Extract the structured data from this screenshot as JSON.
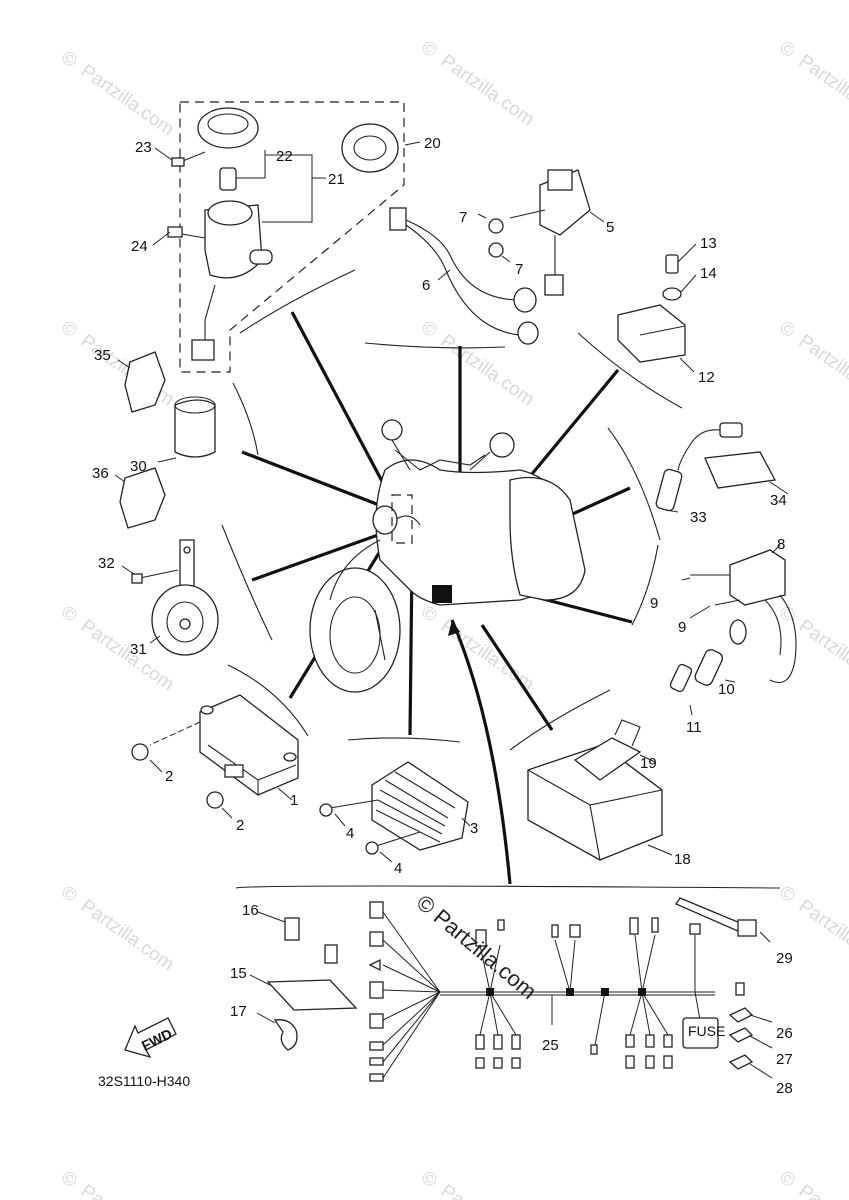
{
  "watermark": {
    "text": "Partzilla.com",
    "copyright": "©",
    "center_text": "© Partzilla.com"
  },
  "diagram_code": "32S1110-H340",
  "fwd_label": "FWD",
  "fuse_label": "FUSE",
  "part_numbers": [
    "1",
    "2",
    "3",
    "4",
    "5",
    "6",
    "7",
    "8",
    "9",
    "10",
    "11",
    "12",
    "13",
    "14",
    "15",
    "16",
    "17",
    "18",
    "19",
    "20",
    "21",
    "22",
    "23",
    "24",
    "25",
    "26",
    "27",
    "28",
    "29",
    "30",
    "31",
    "32",
    "33",
    "34",
    "35",
    "36"
  ]
}
